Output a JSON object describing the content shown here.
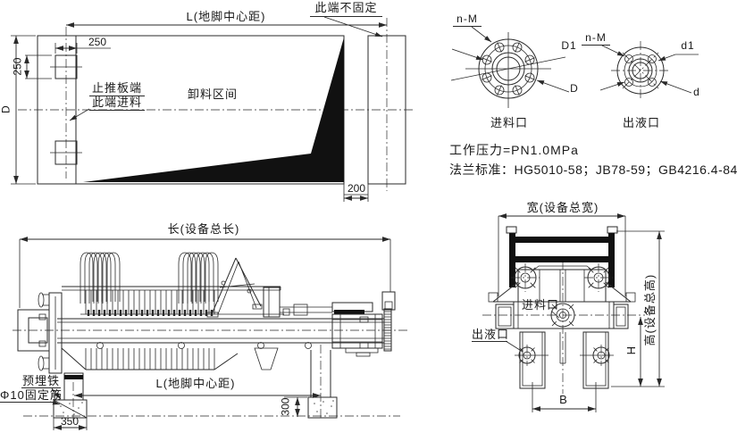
{
  "plan": {
    "dim_anchor_span": "L(地脚中心距)",
    "note_free_end": "此端不固定",
    "dim_offset_h": "250",
    "dim_offset_v": "250",
    "dim_diameter": "D",
    "thrust_line1": "止推板端",
    "thrust_line2": "此端进料",
    "discharge_zone": "卸料区间",
    "dim_end_gap": "200"
  },
  "flange_inlet": {
    "title": "进料口",
    "bolts": "n-M",
    "bolt_circle": "D1",
    "outer": "D"
  },
  "flange_outlet": {
    "title": "出液口",
    "bolts": "n-M",
    "bolt_circle": "d1",
    "outer": "d"
  },
  "notes": {
    "pressure": "工作压力=PN1.0MPa",
    "standards": "法兰标准：HG5010-58；JB78-59；GB4216.4-84"
  },
  "elevation": {
    "dim_total_length": "长(设备总长)",
    "dim_anchor_span": "L(地脚中心距)",
    "label_embedded_iron": "预埋铁",
    "label_fixing_rib": "Φ10固定筋",
    "dim_block_width": "350",
    "dim_block_depth": "300"
  },
  "end_view": {
    "dim_total_width": "宽(设备总宽)",
    "label_inlet": "进料口",
    "label_outlet": "出液口",
    "dim_total_height": "高(设备总高)",
    "dim_center_height": "H",
    "dim_leg_span": "B"
  },
  "colors": {
    "line": "#2a2a2a",
    "fill": "#111111",
    "background": "#ffffff"
  }
}
